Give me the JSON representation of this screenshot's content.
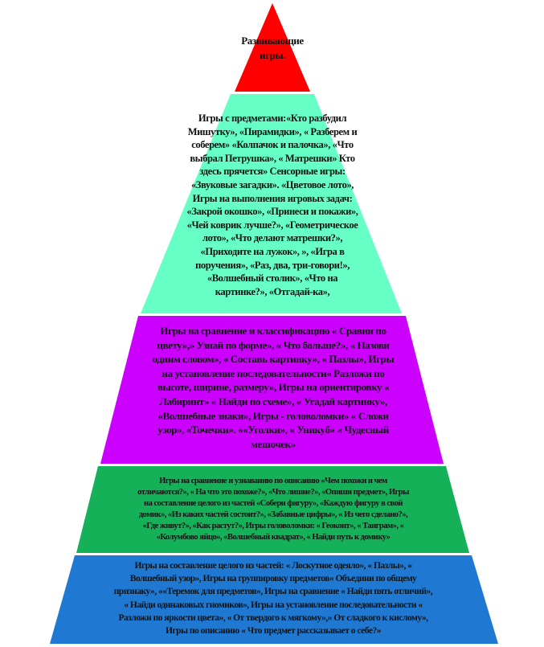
{
  "colors": {
    "tier1": "#ff0000",
    "tier2": "#66ffc6",
    "tier3": "#cc00ff",
    "tier4": "#14b158",
    "tier5": "#1f79d2"
  },
  "tiers": [
    {
      "lines": [
        "Развивающие",
        "игры."
      ]
    },
    {
      "lines": [
        "Игры с предметами:«Кто разбудил",
        "Мишутку», «Пирамидки», « Разберем и",
        "соберем» «Колпачок и палочка», «Что",
        "выбрал  Петрушка», « Матрешки»  Кто",
        "здесь прячется» Сенсорные игры:",
        "«Звуковые загадки».  «Цветовое лото»,",
        "Игры на выполнения игровых задач:",
        "«Закрой окошко», «Принеси и покажи»,",
        "«Чей коврик лучше?», «Геометрическое",
        "лото», «Что делают матрешки?»,",
        "«Приходите на лужок»,  », «Игра в",
        "поручения», «Раз, два, три-говори!»,",
        "«Волшебный столик», «Что на",
        "картинке?», «Отгадай-ка»,"
      ]
    },
    {
      "lines": [
        "Игры на сравнение и классификацию « Сравни по",
        "цвету»,» Узнай по форме»,  « Что больше?», « Назови",
        "одним словом», « Составь картинку», « Пазлы»,  Игры",
        "на установление последовательности« Разложи по",
        "высоте, ширине, размеру», Игры на ориентировку  «",
        "Лабиринт» « Найди по схеме», « Угадай картинку»,",
        "«Волшебные знаки», Игры  -  головоломки» « Сложи",
        "узор»,  «Точечки». ««Уголки», « Уникуб» « Чудесный",
        "мешочек»"
      ]
    },
    {
      "lines": [
        "Игры на сравнение  и узнаванию по описанию «Чем похожи и чем",
        "отличаются?», « На что это похоже?», «Что лишне?»,  «Опиши предмет»,   Игры",
        "на составление целого из частей «Собери фигуру», «Каждую фигуру в свой",
        "домик», «Из каких частей состоит?», «Забавные цифры», « Из чего сделано?»,",
        "«Где живут?», «Как растут?», Игры головоломки: «  Геоконт», « Танграм», «",
        "«Колумбово яйцо», «Волшебный квадрат», « Найди путь к домику»"
      ]
    },
    {
      "lines": [
        "Игры на составление целого из частей: « Лоскутное одеяло», « Пазлы»,  «",
        "Волшебный узор»,  Игры на группировку предметов« Объедини по общему",
        "признаку», ««Теремок для предметов», Игры на сравнение « Найди пять отличий»,",
        "« Найди одинаковых гномиков», Игры на установление последовательности «",
        "Разложи по яркости цвета», « От твердого к мягкому»,» От сладкого к кислому»,",
        "Игры по описанию « Что предмет рассказывает о себе?»"
      ]
    }
  ]
}
